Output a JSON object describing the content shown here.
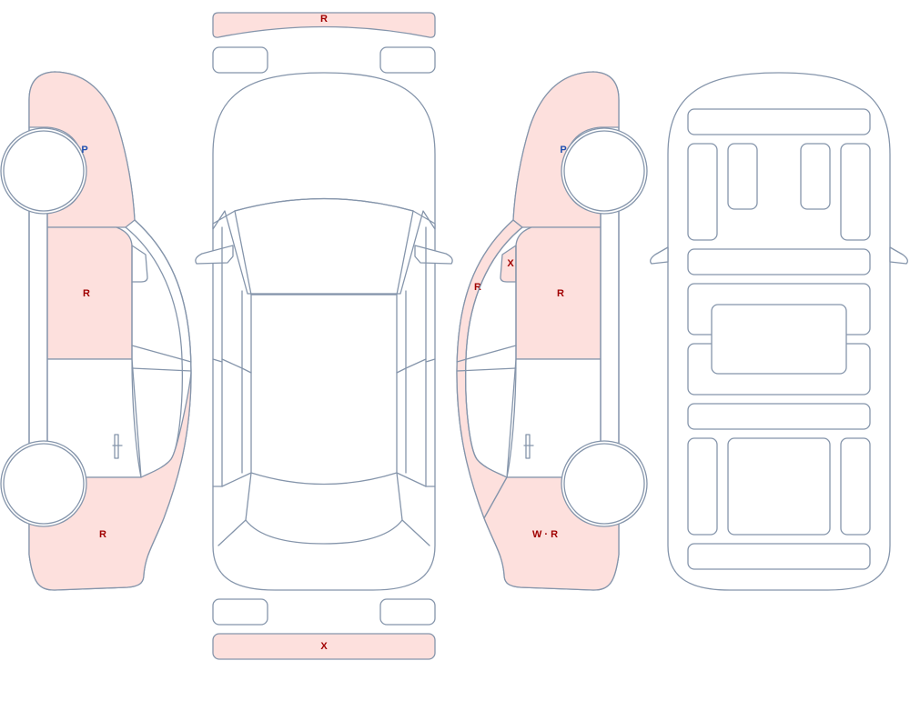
{
  "colors": {
    "outline": "#8595ab",
    "damage_fill": "#fde0dd",
    "mark_red": "#a00000",
    "mark_blue": "#1f4fb0"
  },
  "marks": {
    "front_bumper": "R",
    "rear_bumper": "X",
    "left_front_fender_wheel": "P",
    "left_front_door": "R",
    "left_rear_quarter": "R",
    "right_front_fender_wheel": "P",
    "right_front_door": "R",
    "right_a_pillar": "R",
    "right_mirror": "X",
    "right_rear_quarter": "W · R"
  }
}
